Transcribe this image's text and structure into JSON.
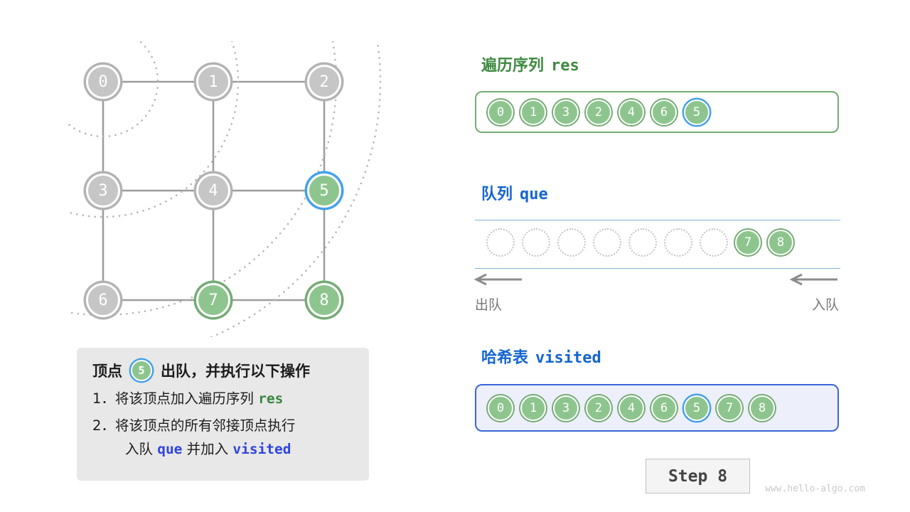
{
  "page": {
    "watermark": "www.hello-algo.com",
    "step_label": "Step 8"
  },
  "colors": {
    "node_green_fill": "#8ec58e",
    "node_green_ring": "#74ab74",
    "node_gray_fill": "#c6c6c6",
    "node_gray_ring": "#b3b3b3",
    "highlight_blue": "#45a1e8",
    "title_green": "#3e8a41",
    "title_blue": "#1565d0",
    "code_blue": "#2f45e0",
    "visited_box_border": "#3a66d6",
    "visited_box_bg": "#edf0fb",
    "info_box_bg": "#e8e8e8"
  },
  "graph": {
    "nodes": [
      {
        "label": "0",
        "state": "gray"
      },
      {
        "label": "1",
        "state": "gray"
      },
      {
        "label": "2",
        "state": "gray"
      },
      {
        "label": "3",
        "state": "gray"
      },
      {
        "label": "4",
        "state": "gray"
      },
      {
        "label": "5",
        "state": "current"
      },
      {
        "label": "6",
        "state": "gray"
      },
      {
        "label": "7",
        "state": "visited"
      },
      {
        "label": "8",
        "state": "visited"
      }
    ]
  },
  "res_panel": {
    "title_cn": "遍历序列",
    "title_code": "res",
    "items": [
      "0",
      "1",
      "3",
      "2",
      "4",
      "6",
      "5"
    ],
    "highlight_index": 6
  },
  "queue_panel": {
    "title_cn": "队列",
    "title_code": "que",
    "empty_slots": 7,
    "items": [
      "7",
      "8"
    ],
    "dequeue_label": "出队",
    "enqueue_label": "入队"
  },
  "visited_panel": {
    "title_cn": "哈希表",
    "title_code": "visited",
    "items": [
      "0",
      "1",
      "3",
      "2",
      "4",
      "6",
      "5",
      "7",
      "8"
    ],
    "highlight_index": 6
  },
  "info_box": {
    "prefix": "顶点",
    "node": "5",
    "suffix": "出队，并执行以下操作",
    "line1_pre": "1．将该顶点加入遍历序列 ",
    "line1_code": "res",
    "line2": "2．将该顶点的所有邻接顶点执行",
    "line3_pre": "入队 ",
    "line3_code1": "que",
    "line3_mid": " 并加入 ",
    "line3_code2": "visited"
  }
}
